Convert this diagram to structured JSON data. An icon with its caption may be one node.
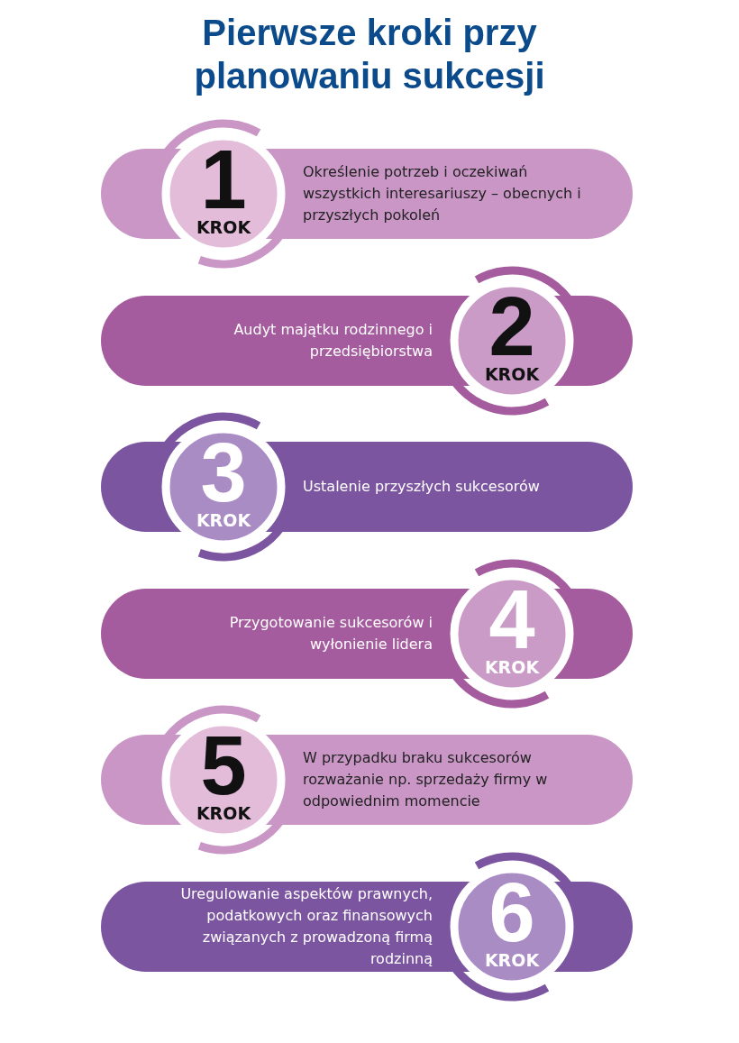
{
  "diagram": {
    "title": "Pierwsze kroki przy planowaniu sukcesji",
    "nodes": [
      {
        "text": [
          "1",
          "KROK"
        ]
      },
      {
        "text": [
          "Określenie potrzeb i oczekiwań wszystkich interesariuszy – obecnych i przyszłych pokoleń"
        ]
      },
      {
        "text": [
          "Audyt majątku rodzinnego i przedsiębiorstwa"
        ]
      },
      {
        "text": [
          "2",
          "KROK"
        ]
      },
      {
        "text": [
          "3",
          "KROK"
        ]
      },
      {
        "text": [
          "Ustalenie przyszłych sukcesorów"
        ]
      },
      {
        "text": [
          "Przygotowanie sukcesorów i wyłonienie lidera"
        ]
      },
      {
        "text": [
          "4",
          "KROK"
        ]
      },
      {
        "text": [
          "5",
          "KROK"
        ]
      },
      {
        "text": [
          "W przypadku braku sukcesorów rozważanie np. sprzedaży firmy w odpowiednim momencie"
        ]
      },
      {
        "text": [
          "Uregulowanie aspektów prawnych, podatkowych oraz finansowych związanych z prowadzoną firmą rodzinną"
        ]
      },
      {
        "text": [
          "6",
          "KROK"
        ]
      }
    ]
  }
}
